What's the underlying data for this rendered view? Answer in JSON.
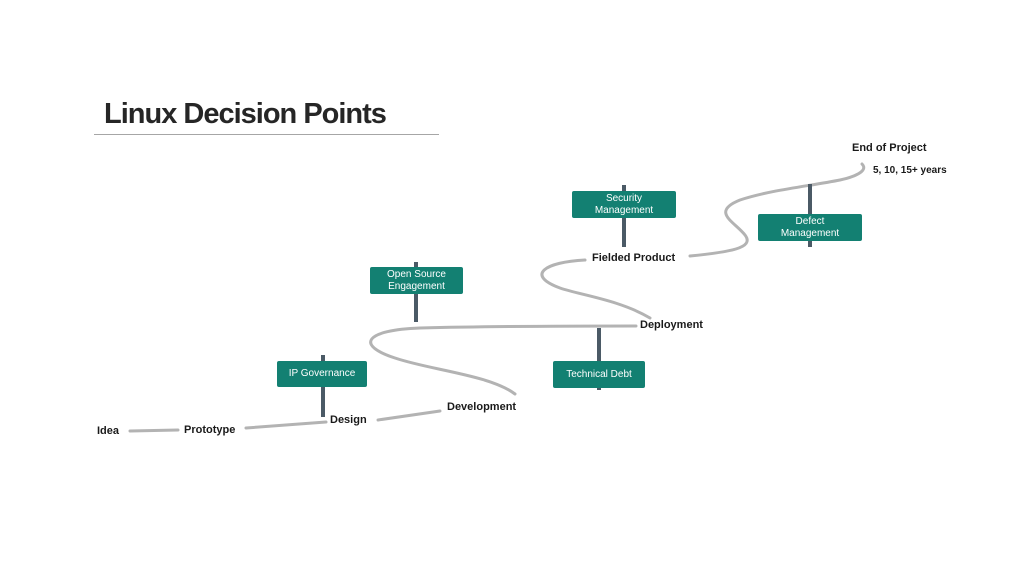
{
  "title": "Linux Decision Points",
  "stages": {
    "idea": "Idea",
    "prototype": "Prototype",
    "design": "Design",
    "development": "Development",
    "deployment": "Deployment",
    "fielded_product": "Fielded Product",
    "end_of_project": "End of Project",
    "lifespan": "5, 10, 15+ years"
  },
  "decision_points": {
    "ip_governance": {
      "line1": "IP Governance",
      "line2": ""
    },
    "open_source": {
      "line1": "Open Source",
      "line2": "Engagement"
    },
    "technical_debt": {
      "line1": "Technical Debt",
      "line2": ""
    },
    "security": {
      "line1": "Security",
      "line2": "Management"
    },
    "defect": {
      "line1": "Defect",
      "line2": "Management"
    }
  },
  "colors": {
    "road": "#b3b3b3",
    "sign": "#138072",
    "post": "#4b5a66",
    "title": "#262626"
  }
}
